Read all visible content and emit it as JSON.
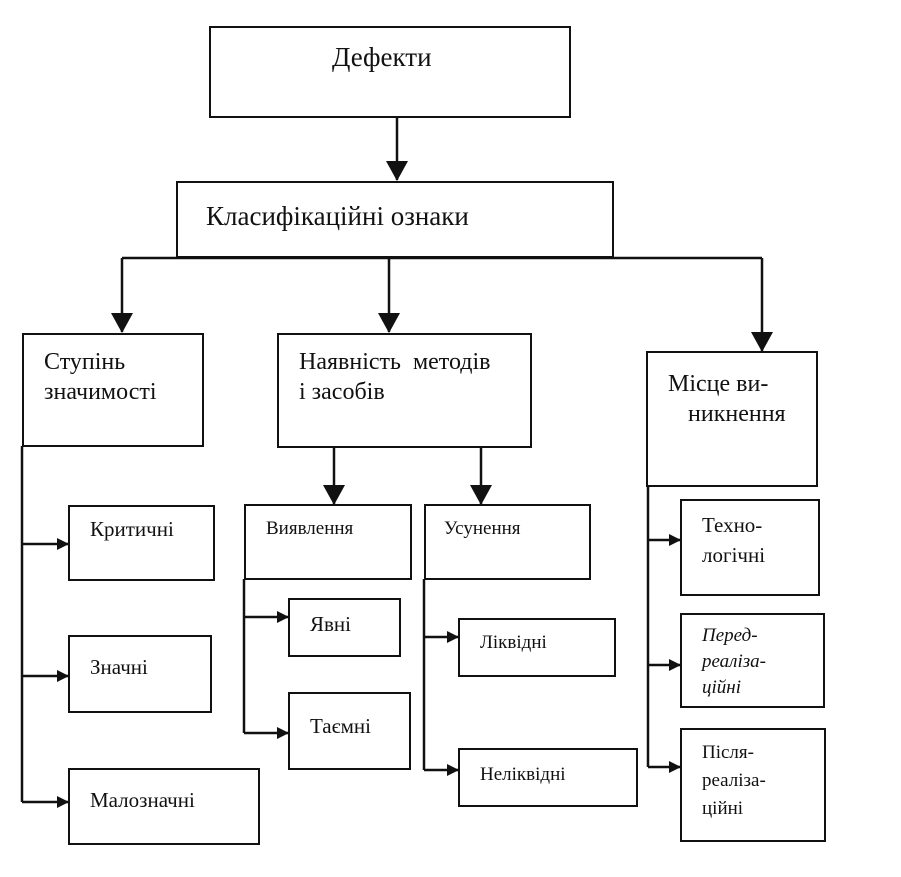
{
  "diagram": {
    "root": "Дефекти",
    "classifier": "Класифікаційні ознаки",
    "branches": {
      "significance": {
        "title_line1": "Ступінь",
        "title_line2": "значимості",
        "items": [
          "Критичні",
          "Значні",
          "Малозначні"
        ]
      },
      "methods": {
        "title_line1": "Наявність  методів",
        "title_line2": "і засобів",
        "detection": {
          "title": "Виявлення",
          "items": [
            "Явні",
            "Таємні"
          ]
        },
        "elimination": {
          "title": "Усунення",
          "items": [
            "Ліквідні",
            "Неліквідні"
          ]
        }
      },
      "origin": {
        "title_line1": "Місце ви-",
        "title_line2": "никнення",
        "items": [
          {
            "line1": "Техно-",
            "line2": "логічні",
            "line3": ""
          },
          {
            "line1": "Перед-",
            "line2": "реаліза-",
            "line3": "ційні"
          },
          {
            "line1": "Після-",
            "line2": "реаліза-",
            "line3": "ційні"
          }
        ]
      }
    }
  }
}
